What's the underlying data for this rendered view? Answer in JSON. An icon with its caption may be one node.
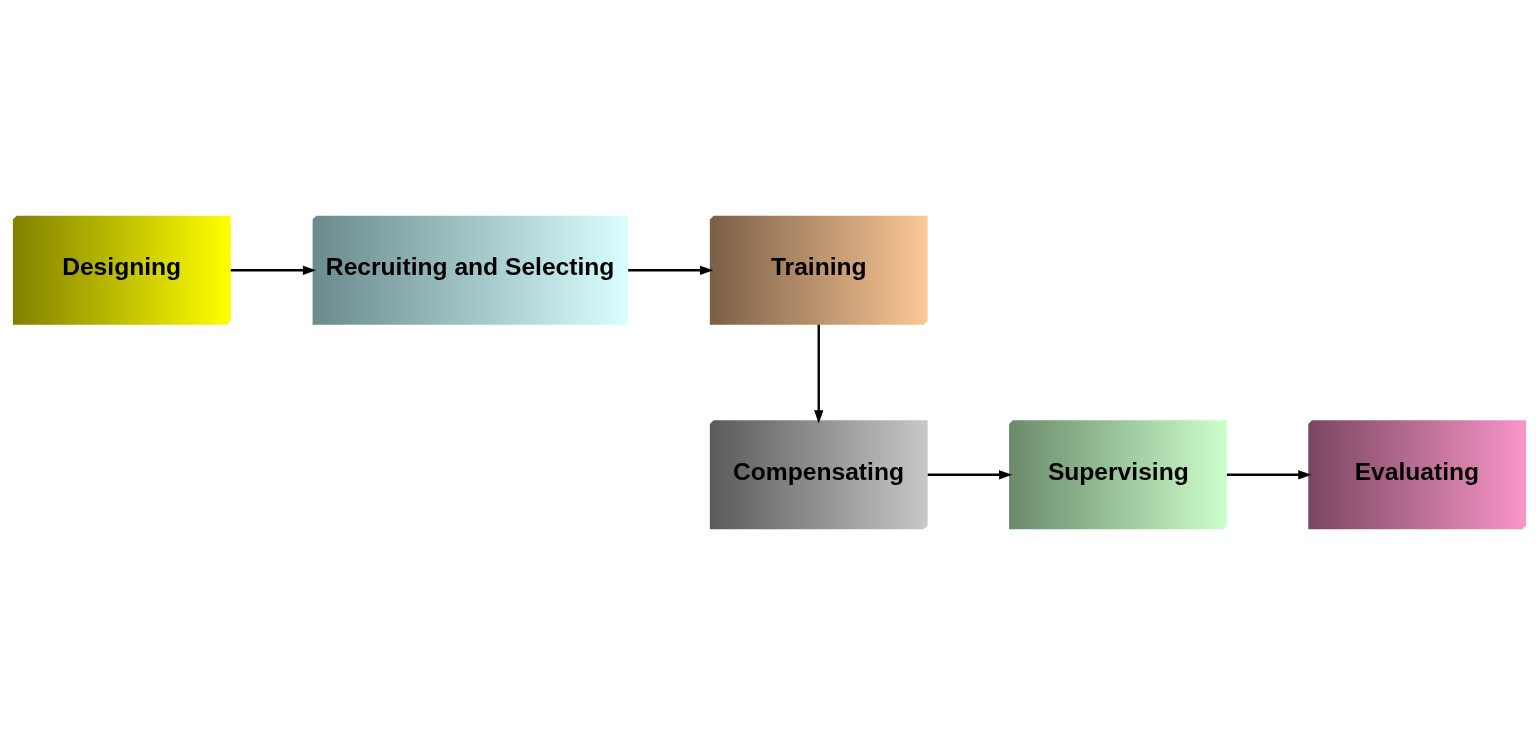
{
  "diagram": {
    "nodes": [
      {
        "text": [
          "Designing"
        ]
      },
      {
        "text": [
          "Recruiting and Selecting"
        ]
      },
      {
        "text": [
          "Training"
        ]
      },
      {
        "text": [
          "Compensating"
        ]
      },
      {
        "text": [
          "Supervising"
        ]
      },
      {
        "text": [
          "Evaluating"
        ]
      }
    ],
    "edges": [
      {
        "from": 0,
        "to": 1,
        "arrow": "to"
      },
      {
        "from": 1,
        "to": 2,
        "arrow": "to"
      },
      {
        "from": 2,
        "to": 3,
        "arrow": "to"
      },
      {
        "from": 3,
        "to": 4,
        "arrow": "to"
      },
      {
        "from": 4,
        "to": 5,
        "arrow": "to"
      }
    ]
  }
}
